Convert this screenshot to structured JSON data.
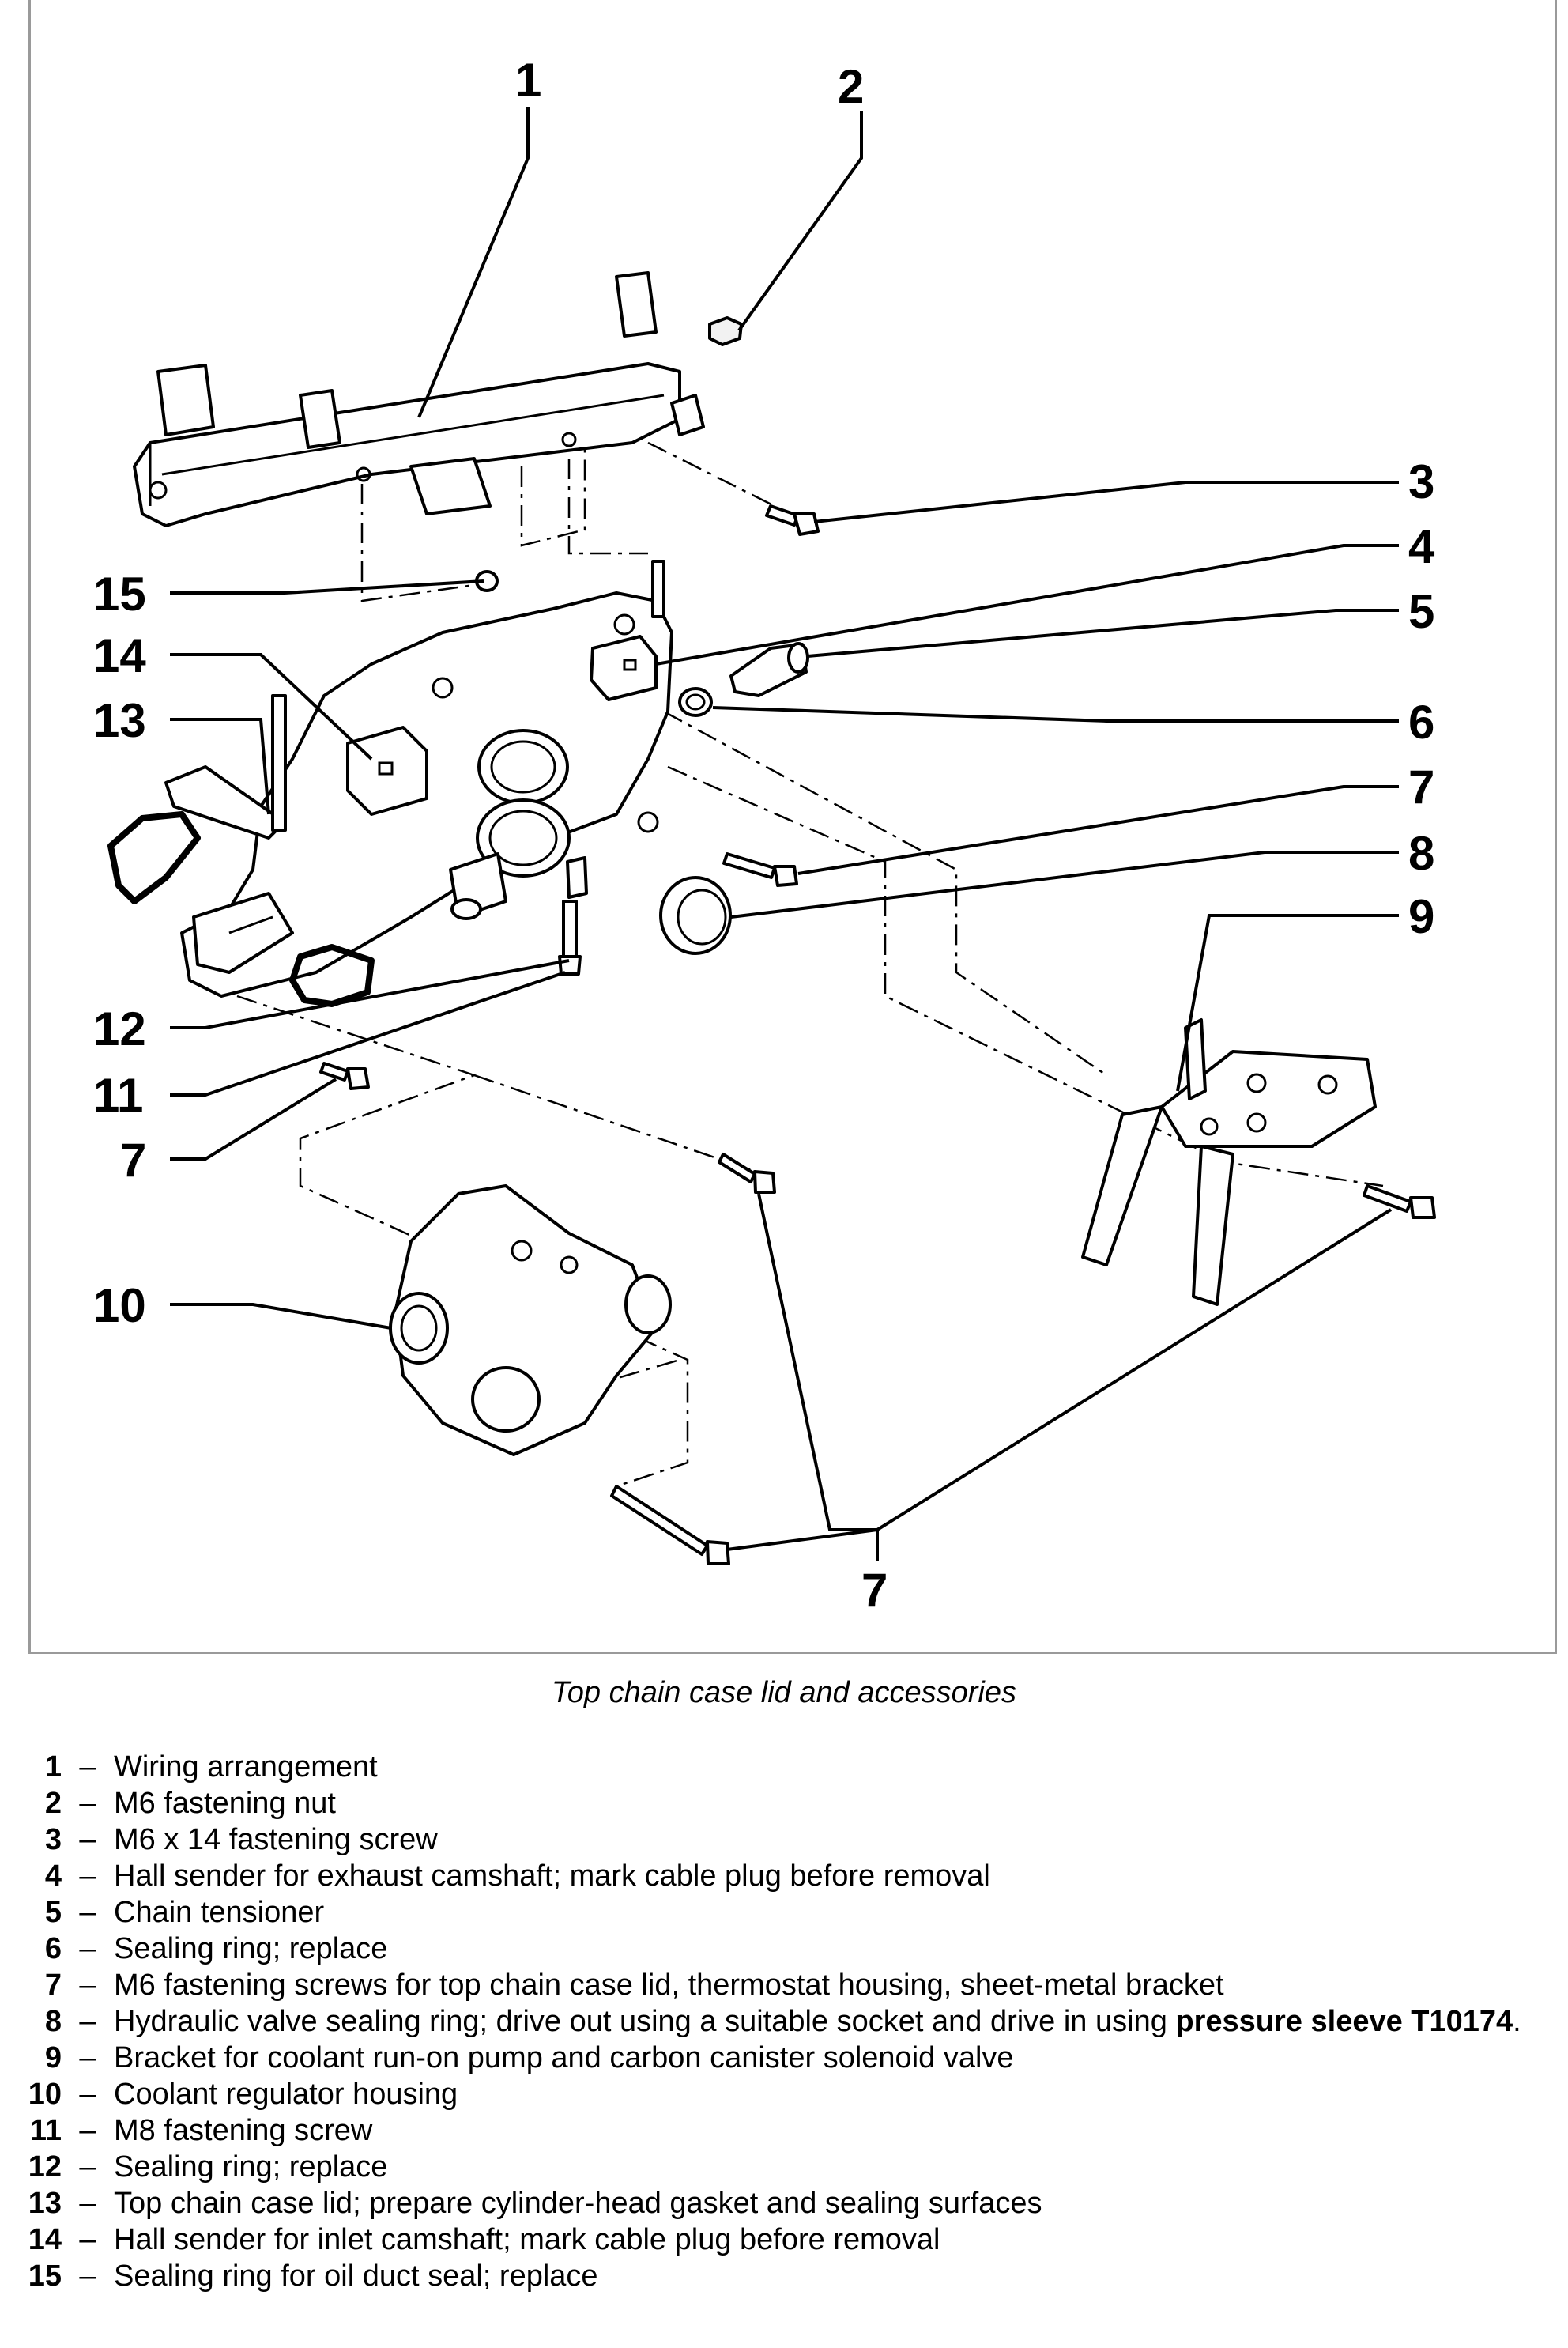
{
  "diagram": {
    "callouts": {
      "c1": "1",
      "c2": "2",
      "c3": "3",
      "c4": "4",
      "c5": "5",
      "c6": "6",
      "c7_right": "7",
      "c8": "8",
      "c9": "9",
      "c10": "10",
      "c11": "11",
      "c12": "12",
      "c13": "13",
      "c14": "14",
      "c15": "15",
      "c7_left": "7",
      "c7_bottom": "7"
    }
  },
  "caption": "Top chain case lid and accessories",
  "legend": {
    "items": [
      {
        "num": "1",
        "dash": "–",
        "text": "Wiring arrangement"
      },
      {
        "num": "2",
        "dash": "–",
        "text": "M6 fastening nut"
      },
      {
        "num": "3",
        "dash": "–",
        "text": "M6 x 14 fastening screw"
      },
      {
        "num": "4",
        "dash": "–",
        "text": "Hall sender for exhaust camshaft; mark cable plug before removal"
      },
      {
        "num": "5",
        "dash": "–",
        "text": "Chain tensioner"
      },
      {
        "num": "6",
        "dash": "–",
        "text": "Sealing ring; replace"
      },
      {
        "num": "7",
        "dash": "–",
        "text": "M6 fastening screws for top chain case lid, thermostat housing, sheet-metal bracket"
      },
      {
        "num": "8",
        "dash": "–",
        "text": "Hydraulic valve sealing ring; drive out using a suitable socket and drive in using",
        "strong": "pressure sleeve T10174",
        "tail": "."
      },
      {
        "num": "9",
        "dash": "–",
        "text": "Bracket for coolant run-on pump and carbon canister solenoid valve"
      },
      {
        "num": "10",
        "dash": "–",
        "text": "Coolant regulator housing"
      },
      {
        "num": "11",
        "dash": "–",
        "text": "M8 fastening screw"
      },
      {
        "num": "12",
        "dash": "–",
        "text": "Sealing ring; replace"
      },
      {
        "num": "13",
        "dash": "–",
        "text": "Top chain case lid; prepare cylinder-head gasket and sealing surfaces"
      },
      {
        "num": "14",
        "dash": "–",
        "text": "Hall sender for inlet camshaft; mark cable plug before removal"
      },
      {
        "num": "15",
        "dash": "–",
        "text": "Sealing ring for oil duct seal; replace"
      }
    ]
  }
}
